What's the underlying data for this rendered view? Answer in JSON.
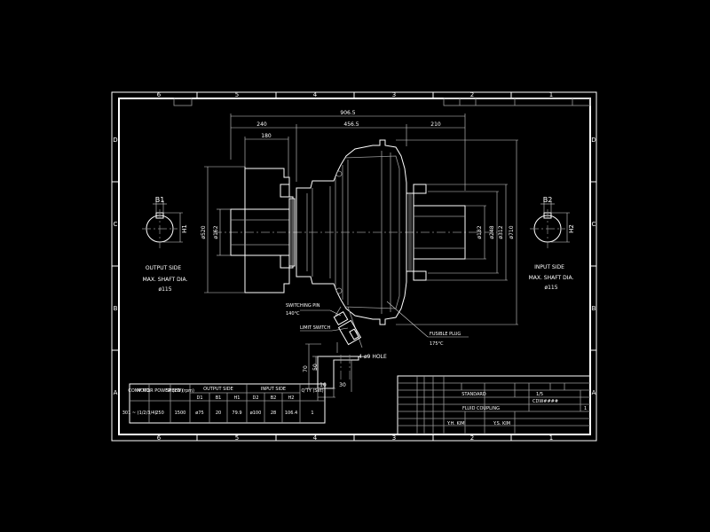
{
  "border": {
    "col_labels": [
      "6",
      "5",
      "4",
      "3",
      "2",
      "1"
    ],
    "row_labels": [
      "D",
      "C",
      "B",
      "A"
    ]
  },
  "dimensions": {
    "overall": "906.5",
    "output_hub": "240",
    "output_flange": "180",
    "body": "456.5",
    "input_hub": "210",
    "dia_output_hub": "ø162",
    "dia_output_flange": "ø520",
    "dia_input_1": "ø182",
    "dia_input_2": "ø248",
    "dia_input_3": "ø312",
    "dia_body": "ø710",
    "b1": "B1",
    "b2": "B2",
    "h1": "H1",
    "h2": "H2",
    "hole": "4-ø9 HOLE",
    "bracket_70": "70",
    "bracket_50": "50",
    "bracket_10": "10",
    "bracket_30": "30"
  },
  "labels": {
    "output_side": "OUTPUT SIDE",
    "output_max_shaft": "MAX. SHAFT DIA.",
    "output_dia": "ø115",
    "input_side": "INPUT SIDE",
    "input_max_shaft": "MAX. SHAFT DIA.",
    "input_dia": "ø115",
    "switching_pin": "SWITCHING PIN",
    "switching_temp": "140°C",
    "limit_switch": "LIMIT SWITCH",
    "fusible_plug": "FUSIBLE PLUG",
    "fusible_temp": "175°C"
  },
  "spec_table": {
    "headers": [
      "CONV NO.",
      "MOTOR POWER (kW)",
      "SPEED (rpm)",
      "OUTPUT SIDE",
      "INPUT SIDE",
      "Q'TY (Set)"
    ],
    "subheaders": [
      "D1",
      "B1",
      "H1",
      "D2",
      "B2",
      "H2"
    ],
    "row": {
      "conv": "301 ~ (1/2/3/4)",
      "power": "250",
      "speed": "1500",
      "d1": "ø75",
      "b1": "20",
      "h1": "79.9",
      "d2": "ø100",
      "b2": "28",
      "h2": "106.4",
      "qty": "1"
    }
  },
  "title_block": {
    "standard": "STANDARD",
    "title": "FLUID COUPLING",
    "scale": "1/5",
    "drawing_no": "CDW####",
    "sheet": "1",
    "date1": "Y.H. KIM",
    "date2": "Y.S. KIM"
  }
}
